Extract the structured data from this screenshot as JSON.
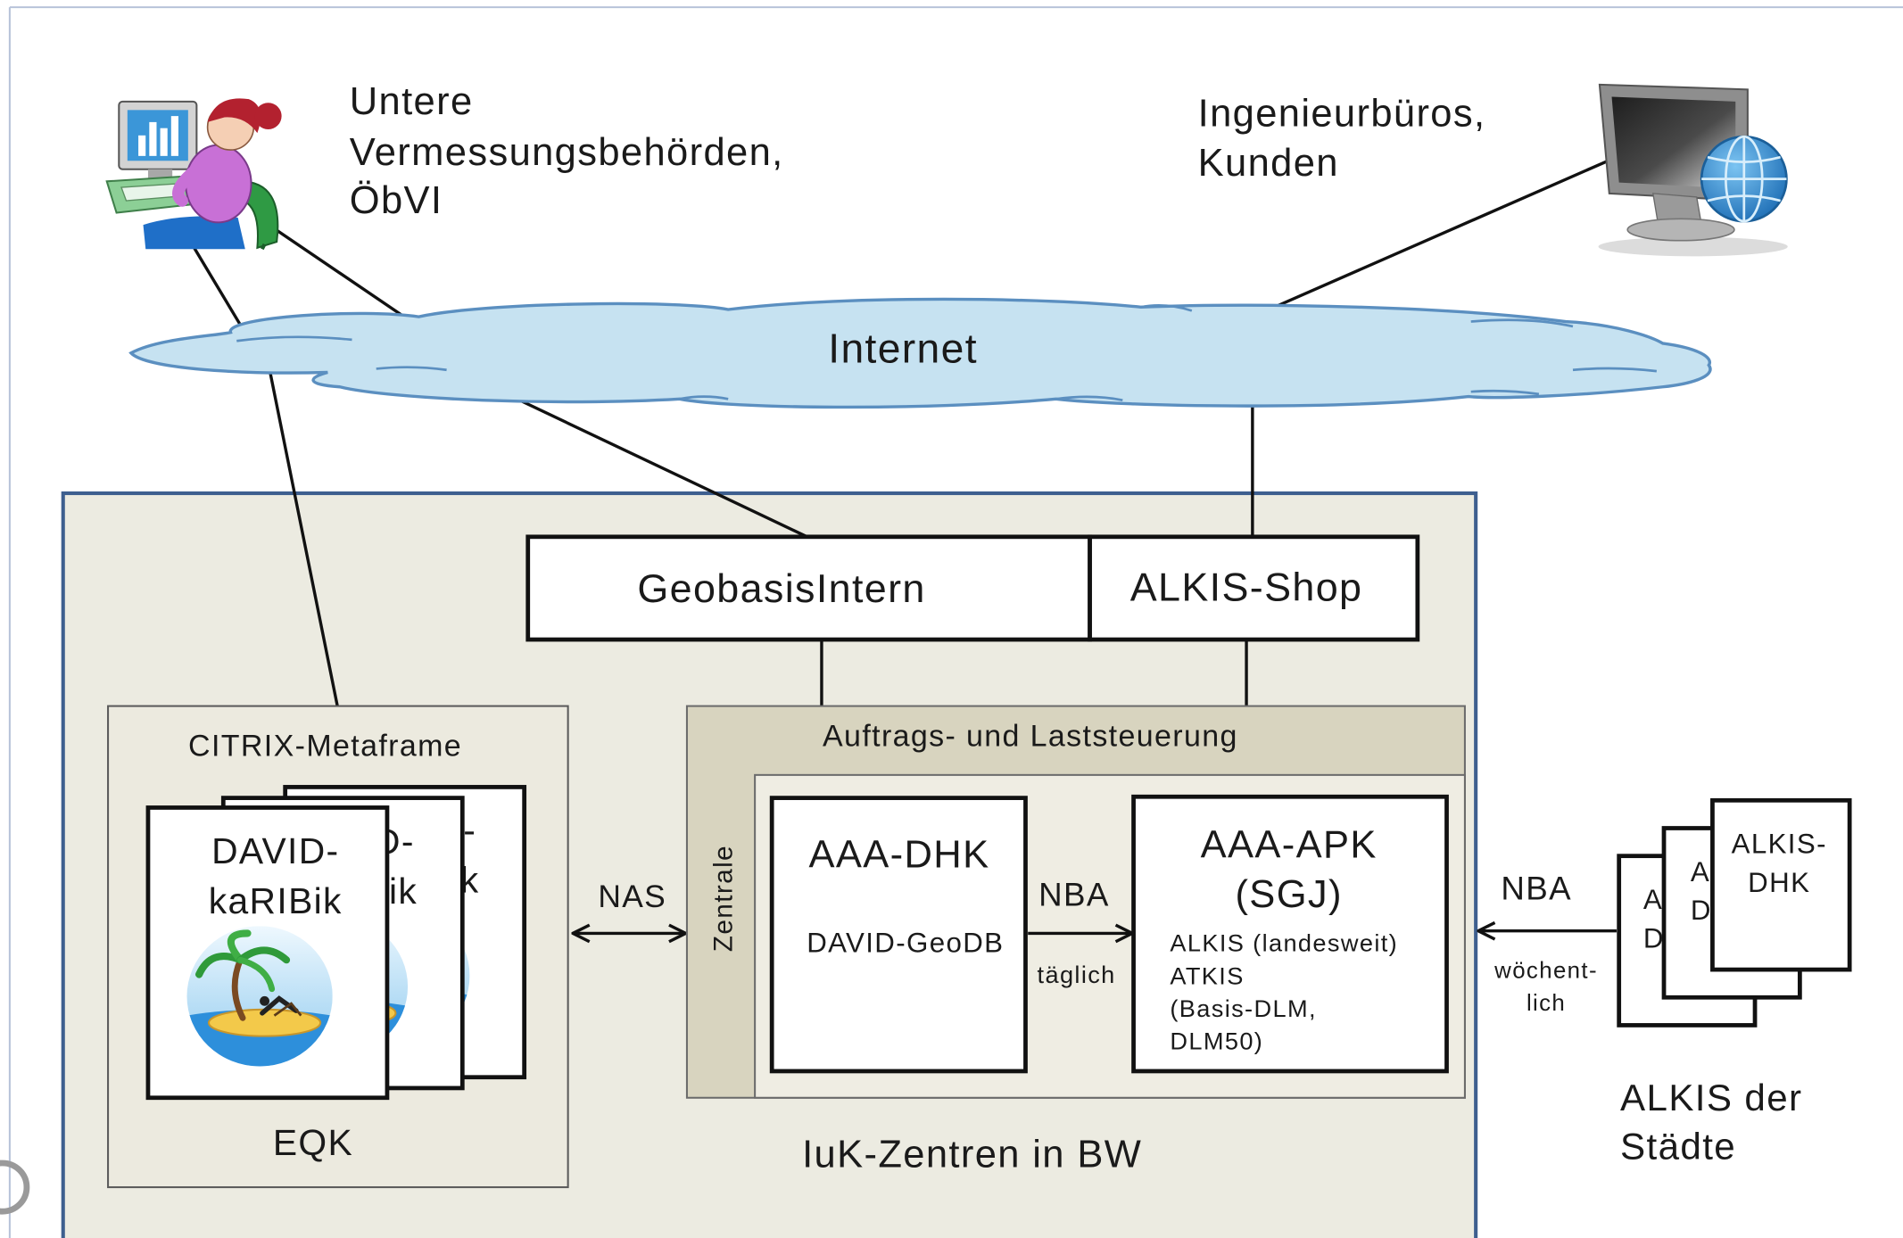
{
  "diagram": {
    "users_left": {
      "lines": [
        "Untere",
        "Vermessungsbehörden,",
        "ÖbVI"
      ],
      "icon": "person-at-computer-icon"
    },
    "users_right": {
      "lines": [
        "Ingenieurbüros,",
        "Kunden"
      ],
      "icon": "monitor-globe-icon"
    },
    "internet": {
      "label": "Internet",
      "icon": "cloud-shape"
    },
    "portals": {
      "geobasis_intern": "GeobasisIntern",
      "alkis_shop": "ALKIS-Shop"
    },
    "citrix": {
      "title": "CITRIX-Metaframe",
      "document_lines": [
        "DAVID-",
        "kaRIBik"
      ],
      "document_icon": "beach-palm-icon",
      "caption": "EQK"
    },
    "nas_link": {
      "label": "NAS"
    },
    "zentrale": {
      "header": "Auftrags- und Laststeuerung",
      "side_label": "Zentrale",
      "dhk": {
        "title": "AAA-DHK",
        "subtitle": "DAVID-GeoDB"
      },
      "link": {
        "label": "NBA",
        "frequency": "täglich"
      },
      "apk": {
        "title_lines": [
          "AAA-APK",
          "(SGJ)"
        ],
        "contents": [
          "ALKIS (landesweit)",
          "ATKIS",
          "(Basis-DLM,",
          "DLM50)"
        ]
      }
    },
    "iuk_container": {
      "label": "IuK-Zentren in BW"
    },
    "cities": {
      "document_lines": [
        "ALKIS-",
        "DHK"
      ],
      "link": {
        "label": "NBA",
        "frequency_lines": [
          "wöchent-",
          "lich"
        ]
      },
      "caption_lines": [
        "ALKIS der",
        "Städte"
      ]
    }
  },
  "colors": {
    "container_fill": "#ecebe1",
    "container_border": "#3e5f8f",
    "cloud_fill": "#c6e2f1",
    "cloud_border": "#5b8fc0",
    "zentrale_band": "#d8d4bf",
    "zentrale_inner": "#efede3",
    "citrix_fill": "#eceadf",
    "box_border": "#111111",
    "text": "#1a1a1a"
  }
}
